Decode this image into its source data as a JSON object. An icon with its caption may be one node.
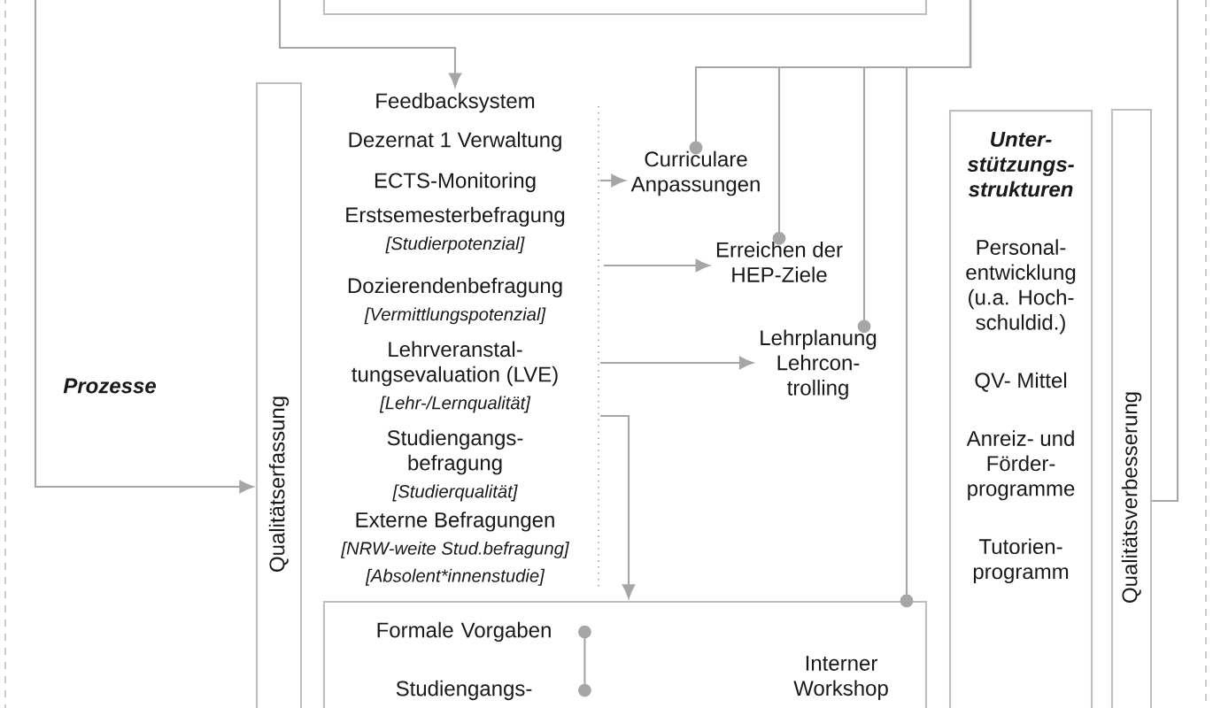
{
  "diagram": {
    "nodes": [
      {
        "text": [],
        "shape": "box"
      },
      {
        "text": [
          "Qualitätserfassung"
        ]
      },
      {
        "text": [
          "Feedbacksystem"
        ]
      },
      {
        "text": [
          "Dezernat 1 Verwaltung"
        ]
      },
      {
        "text": [
          "ECTS-Monitoring"
        ]
      },
      {
        "text": [
          "Erstsemesterbefragung",
          "[Studierpotenzial]"
        ]
      },
      {
        "text": [
          "Dozierendenbefragung",
          "[Vermittlungspotenzial]"
        ]
      },
      {
        "text": [
          "Lehrveranstal- tungsevaluation (LVE)",
          "[Lehr-/Lernqualität]"
        ]
      },
      {
        "text": [
          "Studiengangs- befragung",
          "[Studierqualität]"
        ]
      },
      {
        "text": [
          "Externe Befragungen",
          "[NRW-weite Stud.befragung]",
          "[Absolent*innenstudie]"
        ]
      },
      {
        "text": [
          "Curriculare Anpassungen"
        ]
      },
      {
        "text": [
          "Erreichen der HEP-Ziele"
        ]
      },
      {
        "text": [
          "Lehrplanung Lehrcon- trolling"
        ]
      },
      {
        "text": [],
        "shape": "box"
      },
      {
        "text": [
          "Formale Vorgaben"
        ],
        "in": 13
      },
      {
        "text": [
          "Studiengangs-"
        ],
        "in": 13
      },
      {
        "text": [
          "Interner Workshop"
        ],
        "in": 13
      },
      {
        "text": [
          "Unter- stützungs- strukturen",
          "Personal- entwicklung (u.a. Hoch- schuldid.)",
          "QV- Mittel",
          "Anreiz- und Förder- programme",
          "Tutorien- programm"
        ]
      },
      {
        "text": [
          "Qualitätsverbesserung"
        ]
      }
    ],
    "edges": [
      {
        "from": null,
        "to": 2,
        "arrow": "to"
      },
      {
        "from": null,
        "to": 10,
        "arrow": "other"
      },
      {
        "from": null,
        "to": 11,
        "arrow": "other"
      },
      {
        "from": null,
        "to": 12,
        "arrow": "other"
      },
      {
        "from": null,
        "to": 13,
        "arrow": "other"
      },
      {
        "from": null,
        "to": 10,
        "arrow": "to"
      },
      {
        "from": null,
        "to": 11,
        "arrow": "to"
      },
      {
        "from": null,
        "to": 12,
        "arrow": "to"
      },
      {
        "from": null,
        "to": 13,
        "arrow": "to"
      },
      {
        "from": null,
        "to": 1,
        "arrow": "to"
      },
      {
        "from": 14,
        "to": 15,
        "arrow": "other"
      },
      {
        "from": 18,
        "to": null,
        "arrow": "none"
      }
    ],
    "labels": [
      "Prozesse"
    ]
  }
}
